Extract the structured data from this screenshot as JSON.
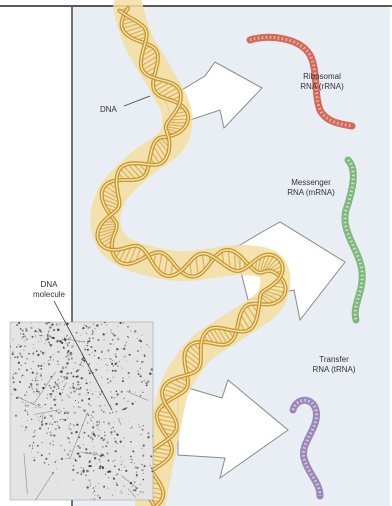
{
  "labels": {
    "dna": "DNA",
    "dna_molecule_line1": "DNA",
    "dna_molecule_line2": "molecule",
    "rrna_line1": "Ribosomal",
    "rrna_line2": "RNA (rRNA)",
    "mrna_line1": "Messenger",
    "mrna_line2": "RNA (mRNA)",
    "trna_line1": "Transfer",
    "trna_line2": "RNA (tRNA)"
  },
  "colors": {
    "panel_background": "#e8eef4",
    "helix_glow": "#f3dda0",
    "helix_strand": "#c8962e",
    "helix_highlight": "#f6e3a8",
    "rrna": "#d26a5a",
    "mrna": "#7fb77f",
    "trna": "#9b88b8",
    "arrow_fill": "#ffffff",
    "arrow_outline": "#8a8a8a",
    "micrograph_background": "#e4e4e4"
  },
  "icons": {
    "inset": "electron-micrograph-of-dna"
  }
}
